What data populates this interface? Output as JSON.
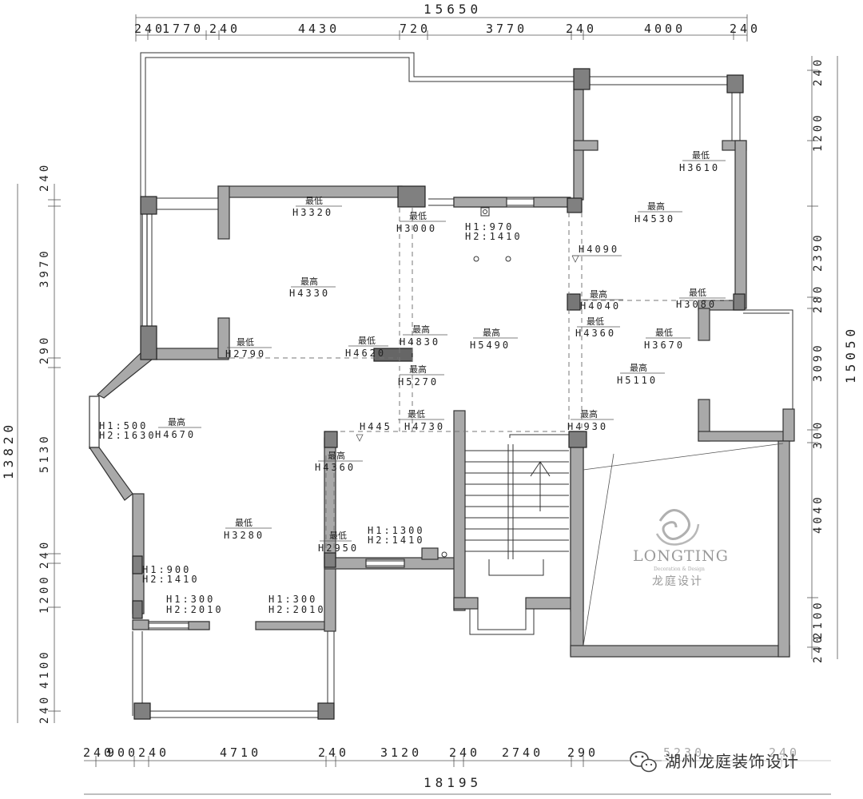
{
  "dimensions": {
    "top_total": "15650",
    "top_segments": [
      "240",
      "1770",
      "240",
      "4430",
      "720",
      "3770",
      "240",
      "4000",
      "240"
    ],
    "bottom_total": "18195",
    "bottom_segments": [
      "240",
      "900",
      "240",
      "4710",
      "240",
      "3120",
      "240",
      "2740",
      "290",
      "5230",
      "240"
    ],
    "left_total": "13820",
    "left_segments": [
      "240",
      "3970",
      "290",
      "5130",
      "240",
      "1200",
      "4100",
      "240"
    ],
    "right_total": "15050",
    "right_segments": [
      "240",
      "1200",
      "2390",
      "280",
      "3090",
      "300",
      "4040",
      "2100",
      "240"
    ]
  },
  "rooms": [
    {
      "label": "最低",
      "value": "H3320"
    },
    {
      "label": "最低",
      "value": "H3000"
    },
    {
      "label": "最高",
      "value": "H4330"
    },
    {
      "label": "最低",
      "value": "H2790"
    },
    {
      "label": "最低",
      "value": "H4620"
    },
    {
      "label": "最高",
      "value": "H4830"
    },
    {
      "label": "最高",
      "value": "H5490"
    },
    {
      "label": "最高",
      "value": "H5270"
    },
    {
      "label": "最低",
      "value": "H3610"
    },
    {
      "label": "最高",
      "value": "H4530"
    },
    {
      "label": "最高",
      "value": "H4040"
    },
    {
      "label": "最低",
      "value": "H3080"
    },
    {
      "label": "最低",
      "value": "H4360"
    },
    {
      "label": "最低",
      "value": "H3670"
    },
    {
      "label": "最高",
      "value": "H5110"
    },
    {
      "label": "最高",
      "value": "H4670"
    },
    {
      "label": "最低",
      "value": "H4730"
    },
    {
      "label": "最高",
      "value": "H4930"
    },
    {
      "label": "最高",
      "value": "H4360"
    },
    {
      "label": "最低",
      "value": "H3280"
    },
    {
      "label": "最低",
      "value": "H2950"
    }
  ],
  "single_heights": [
    "H4090",
    "H445"
  ],
  "windows": [
    {
      "h1": "H1:970",
      "h2": "H2:1410"
    },
    {
      "h1": "H1:500",
      "h2": "H2:1630"
    },
    {
      "h1": "H1:900",
      "h2": "H2:1410"
    },
    {
      "h1": "H1:300",
      "h2": "H2:2010"
    },
    {
      "h1": "H1:300",
      "h2": "H2:2010"
    },
    {
      "h1": "H1:1300",
      "h2": "H2:1410"
    }
  ],
  "logo": {
    "name": "LONGTING",
    "tagline": "Decoration & Design",
    "cn": "龙庭设计"
  },
  "watermark": "湖州龙庭装饰设计",
  "icons": [
    "wechat-icon",
    "longting-logo-icon"
  ]
}
